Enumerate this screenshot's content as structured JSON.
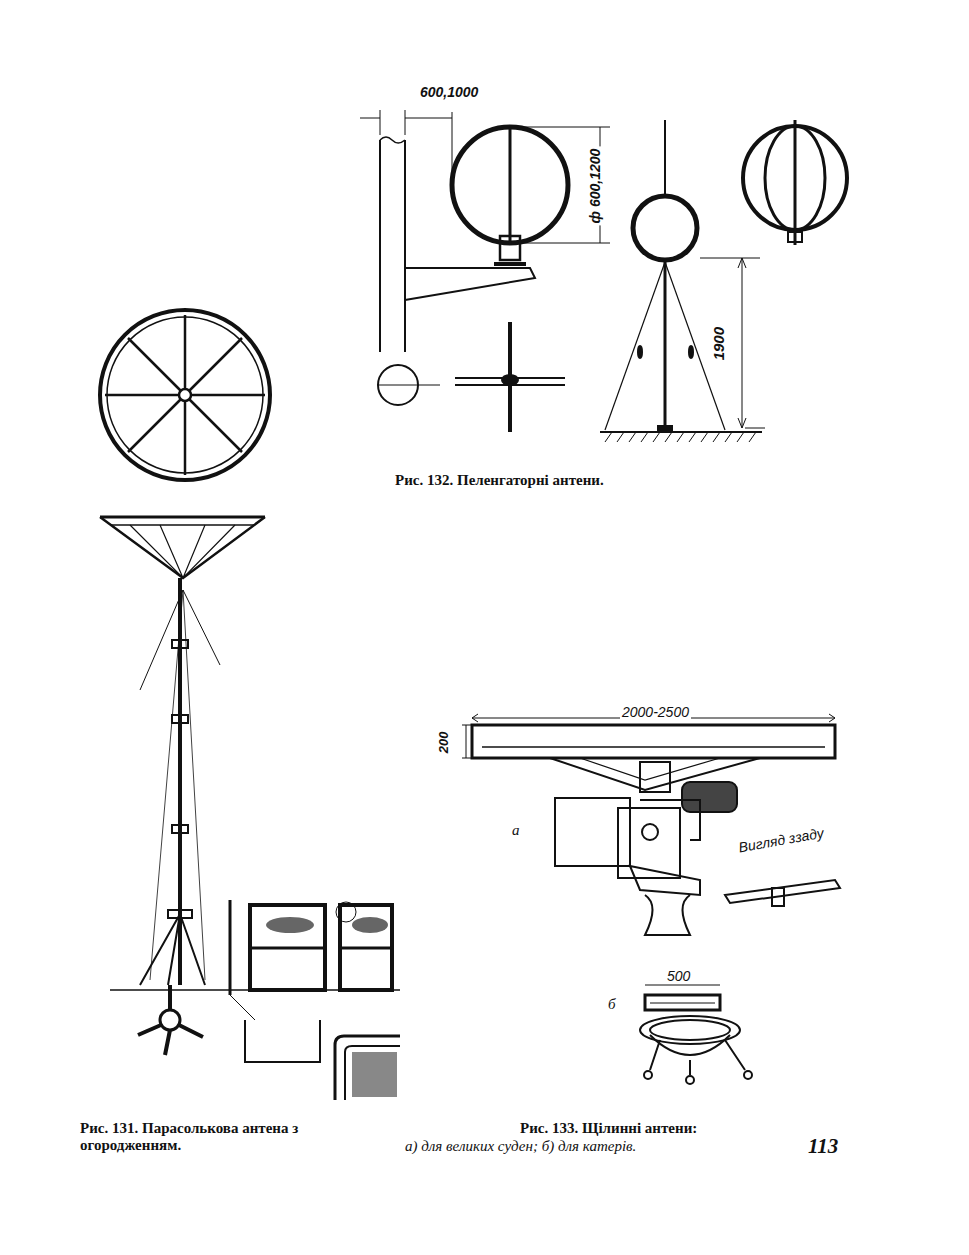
{
  "diagram": {
    "labels": [
      "600,1000",
      "ф 600,1200",
      "1900",
      "Рис. 132. Пеленгаторні антени.",
      "2000-2500",
      "200",
      "а",
      "Вигляд ззаду",
      "500",
      "б",
      "Рис. 131. Парасолькова антена з огородженням.",
      "Рис. 133. Щілинні антени:",
      "а) для великих суден; б) для катерів.",
      "113"
    ]
  }
}
